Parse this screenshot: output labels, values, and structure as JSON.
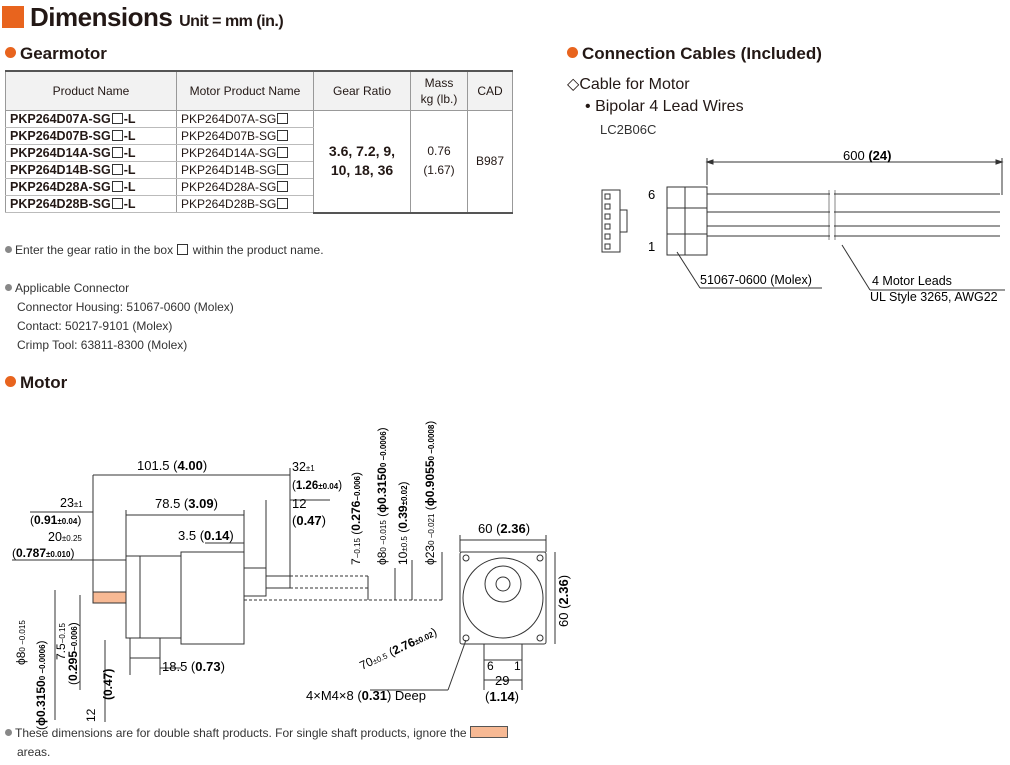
{
  "title": {
    "main": "Dimensions",
    "unit": "Unit = mm (in.)"
  },
  "gearmotor": {
    "heading": "Gearmotor",
    "headers": {
      "product": "Product Name",
      "motor": "Motor Product Name",
      "gear": "Gear Ratio",
      "mass1": "Mass",
      "mass2": "kg (lb.)",
      "cad": "CAD"
    },
    "rows": [
      {
        "pn_pre": "PKP264D07A-SG",
        "pn_post": "-L",
        "mp_pre": "PKP264D07A-SG"
      },
      {
        "pn_pre": "PKP264D07B-SG",
        "pn_post": "-L",
        "mp_pre": "PKP264D07B-SG"
      },
      {
        "pn_pre": "PKP264D14A-SG",
        "pn_post": "-L",
        "mp_pre": "PKP264D14A-SG"
      },
      {
        "pn_pre": "PKP264D14B-SG",
        "pn_post": "-L",
        "mp_pre": "PKP264D14B-SG"
      },
      {
        "pn_pre": "PKP264D28A-SG",
        "pn_post": "-L",
        "mp_pre": "PKP264D28A-SG"
      },
      {
        "pn_pre": "PKP264D28B-SG",
        "pn_post": "-L",
        "mp_pre": "PKP264D28B-SG"
      }
    ],
    "gear_line1": "3.6, 7.2, 9,",
    "gear_line2": "10, 18, 36",
    "mass_kg": "0.76",
    "mass_lb": "(1.67)",
    "cad": "B987",
    "note_pre": "Enter the gear ratio in the box",
    "note_post": "within the product name."
  },
  "connector": {
    "heading": "Applicable Connector",
    "lines": [
      "Connector Housing: 51067-0600 (Molex)",
      "Contact: 50217-9101 (Molex)",
      "Crimp Tool: 63811-8300 (Molex)"
    ]
  },
  "cables": {
    "heading": "Connection Cables (Included)",
    "sub": "Cable for Motor",
    "type": "Bipolar 4 Lead Wires",
    "model": "LC2B06C",
    "length_mm": "600",
    "length_in": "(24)",
    "pin_top": "6",
    "pin_bottom": "1",
    "housing": "51067-0600 (Molex)",
    "leads1": "4 Motor Leads",
    "leads2": "UL Style 3265, AWG22"
  },
  "motor": {
    "heading": "Motor",
    "dims": {
      "d101": "101.5",
      "d101i": "4.00",
      "d78": "78.5",
      "d78i": "3.09",
      "d23": "23",
      "d23t": "±1",
      "d23i": "0.91",
      "d23it": "±0.04",
      "d20": "20",
      "d20t": "±0.25",
      "d20i": "0.787",
      "d20it": "±0.010",
      "d3": "3.5",
      "d3i": "0.14",
      "d32": "32",
      "d32t": "±1",
      "d32i": "1.26",
      "d32it": "±0.04",
      "d12": "12",
      "d12i": "0.47",
      "d185": "18.5",
      "d185i": "0.73",
      "d12b": "12",
      "d12bi": "(0.47)",
      "phi8": "ϕ8",
      "phi8t": "0 −0.015",
      "phi8i": "ϕ0.3150",
      "phi8it": "0 −0.0006",
      "d75": "7.5",
      "d75t": "−0.15",
      "d75i": "0.295",
      "d75it": "−0.006",
      "v7": "7",
      "v7t": "−0.15",
      "v7i": "0.276",
      "v7it": "−0.006",
      "v8": "ϕ8",
      "v8t": "0 −0.015",
      "v8i": "ϕ0.3150",
      "v8it": "0 −0.0006",
      "v10": "10",
      "v10t": "±0.5",
      "v10i": "0.39",
      "v10it": "±0.02",
      "v23": "ϕ23",
      "v23t": "0 −0.021",
      "v23i": "ϕ0.9055",
      "v23it": "0 −0.0008",
      "d60": "60",
      "d60i": "2.36",
      "d60v": "60",
      "d60vi": "2.36",
      "d70": "70",
      "d70t": "±0.5",
      "d70i": "2.76",
      "d70it": "±0.02",
      "pin6": "6",
      "pin1": "1",
      "d29": "29",
      "d29i": "1.14",
      "screws": "4×M4×8",
      "screwsi": "0.31",
      "screwsd": "Deep"
    },
    "note_pre": "These dimensions are for double shaft products. For single shaft products, ignore the",
    "note_post": "areas."
  },
  "colors": {
    "accent": "#e8641e",
    "shaft_fill": "#f7b994"
  }
}
